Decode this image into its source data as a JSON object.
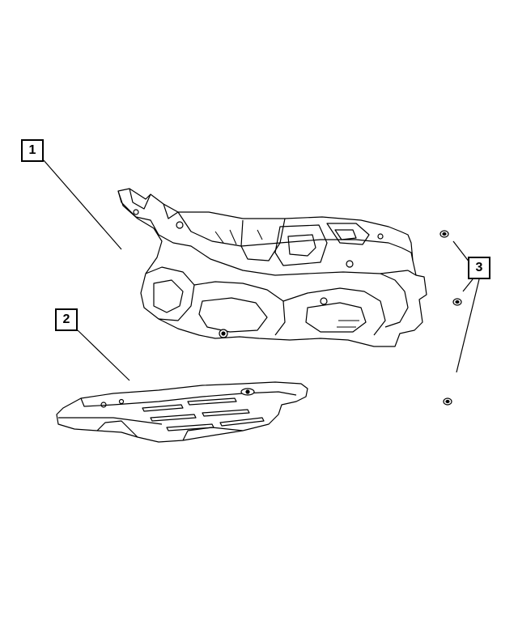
{
  "callouts": [
    {
      "number": "1",
      "part": "heat-shield-main"
    },
    {
      "number": "2",
      "part": "heat-shield-front"
    },
    {
      "number": "3",
      "part": "nut-fastener"
    }
  ],
  "colors": {
    "line": "#000000",
    "background": "#ffffff",
    "part_fill": "#ffffff"
  }
}
